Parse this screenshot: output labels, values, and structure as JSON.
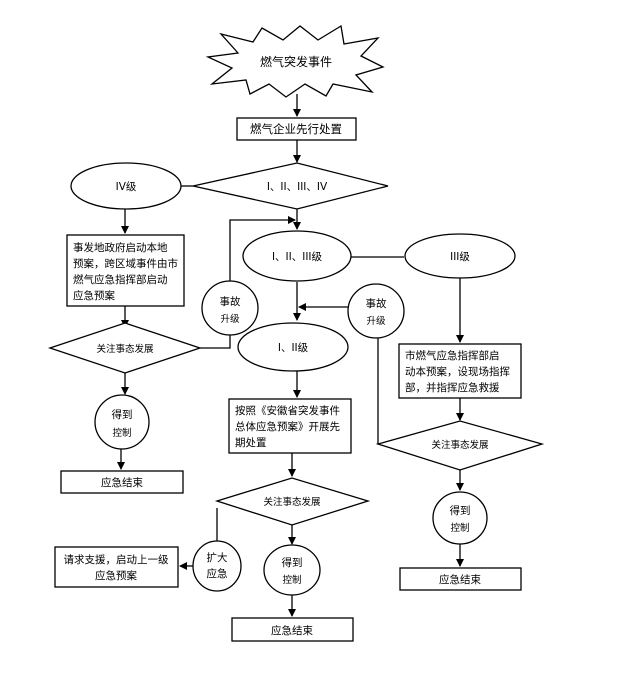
{
  "nodes": {
    "start": "燃气突发事件",
    "first_response": "燃气企业先行处置",
    "grade_decision": "I、II、III、IV",
    "level_iv": "IV级",
    "local_gov": [
      "事发地政府启动本地",
      "预案，跨区域事件由市",
      "燃气应急指挥部启动",
      "应急预案"
    ],
    "level_i_ii_iii": "I、II、III级",
    "level_iii": "III级",
    "escalate_left": [
      "事故",
      "升级"
    ],
    "escalate_mid": [
      "事故",
      "升级"
    ],
    "level_i_ii": "I、II级",
    "watch_left": "关注事态发展",
    "city_plan": [
      "市燃气应急指挥部启",
      "动本预案，设现场指挥",
      "部，并指挥应急救援"
    ],
    "controlled_left": [
      "得到",
      "控制"
    ],
    "provincial_plan": [
      "按照《安徽省突发事件",
      "总体应急预案》开展先",
      "期处置"
    ],
    "watch_right": "关注事态发展",
    "end_left": "应急结束",
    "watch_center": "关注事态发展",
    "controlled_right": [
      "得到",
      "控制"
    ],
    "request_support": [
      "请求支援，启动上一级",
      "应急预案"
    ],
    "expand": [
      "扩大",
      "应急"
    ],
    "controlled_center": [
      "得到",
      "控制"
    ],
    "end_right": "应急结束",
    "end_center": "应急结束"
  }
}
